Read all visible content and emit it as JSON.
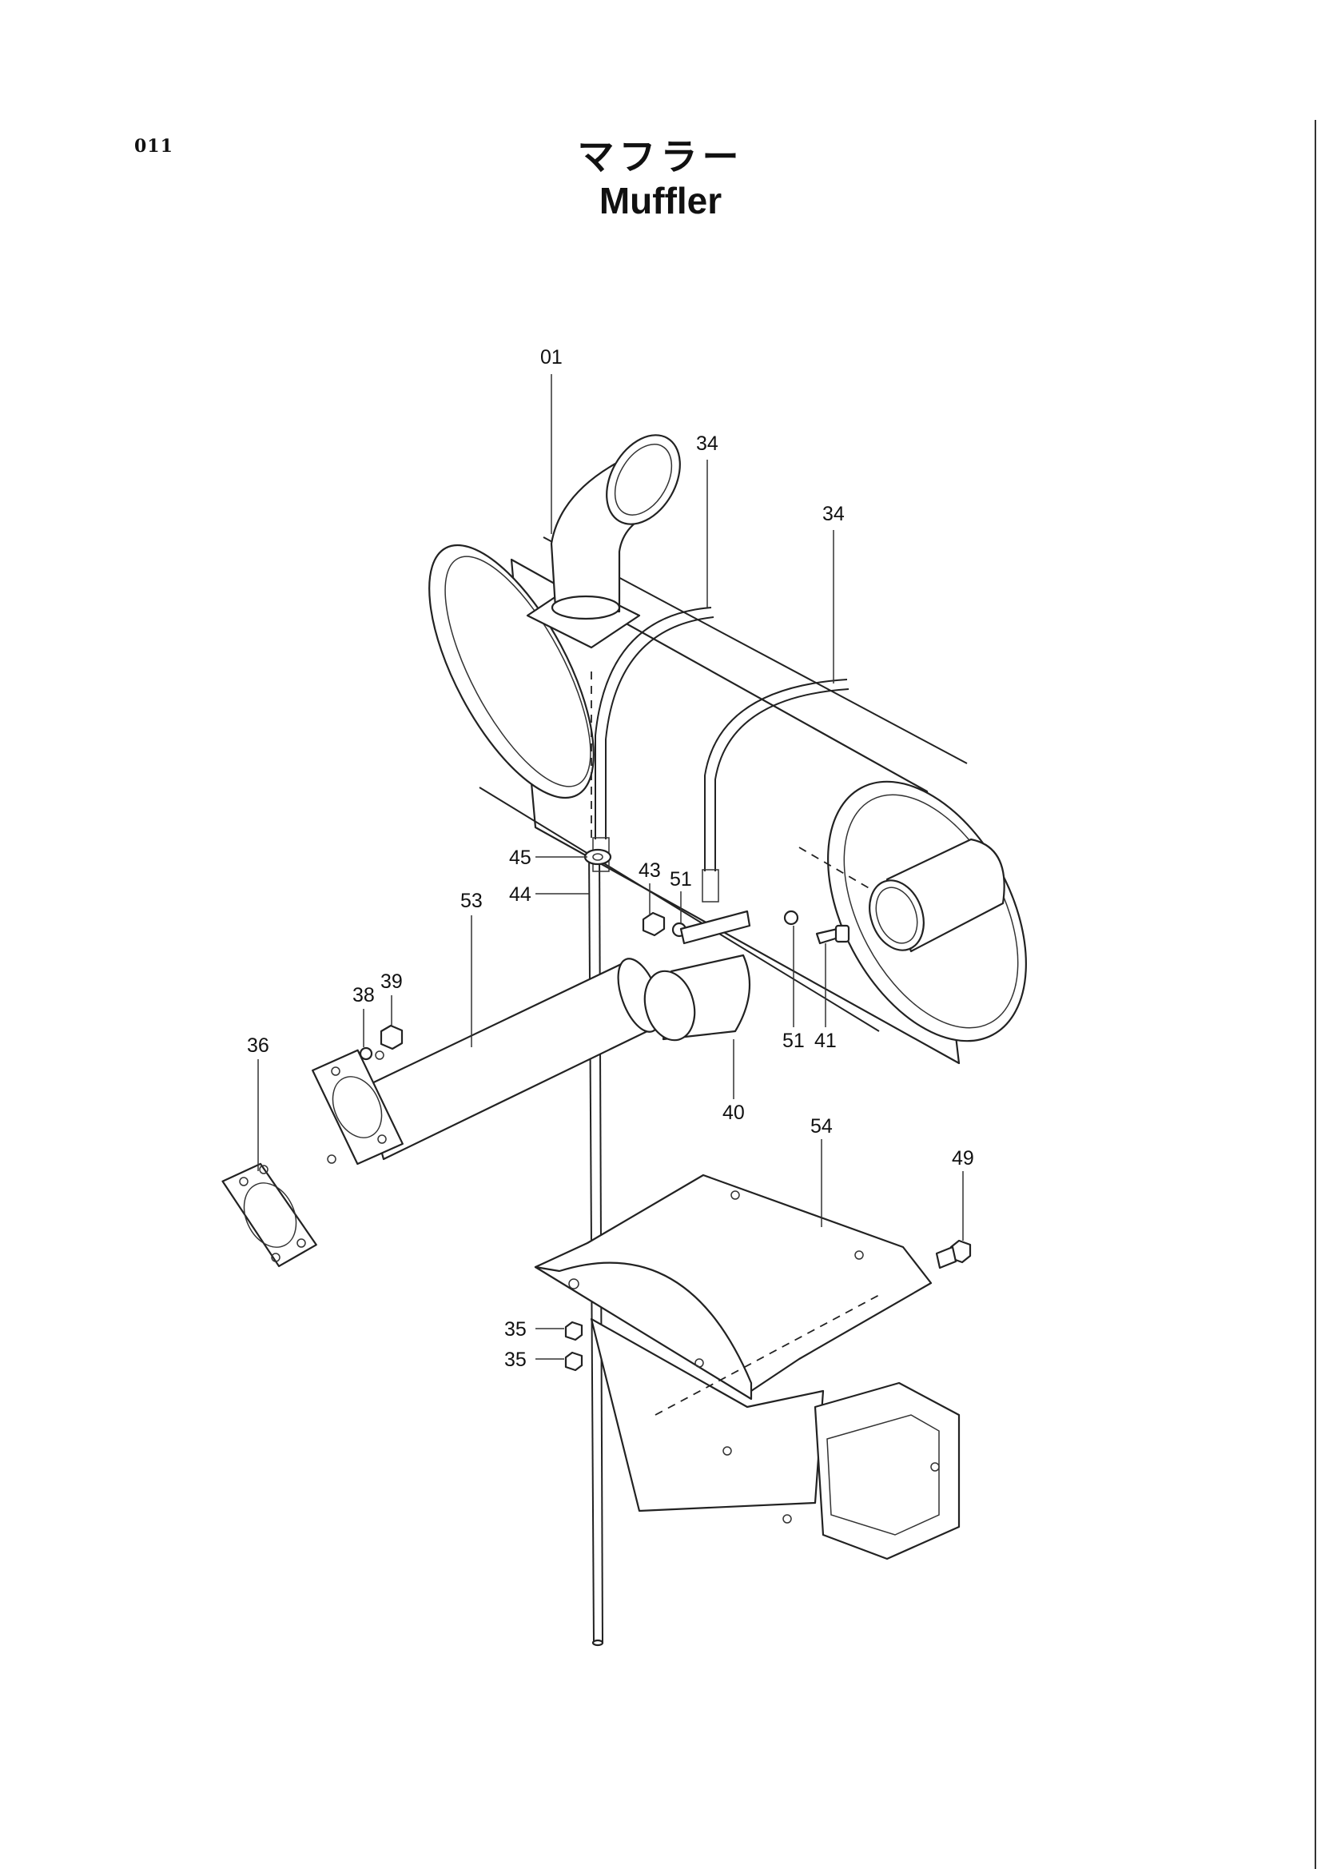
{
  "header": {
    "page_code": "011",
    "title_jp": "マフラー",
    "title_en": "Muffler"
  },
  "callouts": [
    {
      "id": "c01",
      "label": "01"
    },
    {
      "id": "c34a",
      "label": "34"
    },
    {
      "id": "c34b",
      "label": "34"
    },
    {
      "id": "c45",
      "label": "45"
    },
    {
      "id": "c44",
      "label": "44"
    },
    {
      "id": "c43",
      "label": "43"
    },
    {
      "id": "c51a",
      "label": "51"
    },
    {
      "id": "c53",
      "label": "53"
    },
    {
      "id": "c38",
      "label": "38"
    },
    {
      "id": "c39",
      "label": "39"
    },
    {
      "id": "c36",
      "label": "36"
    },
    {
      "id": "c51b",
      "label": "51"
    },
    {
      "id": "c41",
      "label": "41"
    },
    {
      "id": "c40",
      "label": "40"
    },
    {
      "id": "c54",
      "label": "54"
    },
    {
      "id": "c49",
      "label": "49"
    },
    {
      "id": "c35a",
      "label": "35"
    },
    {
      "id": "c35b",
      "label": "35"
    }
  ]
}
